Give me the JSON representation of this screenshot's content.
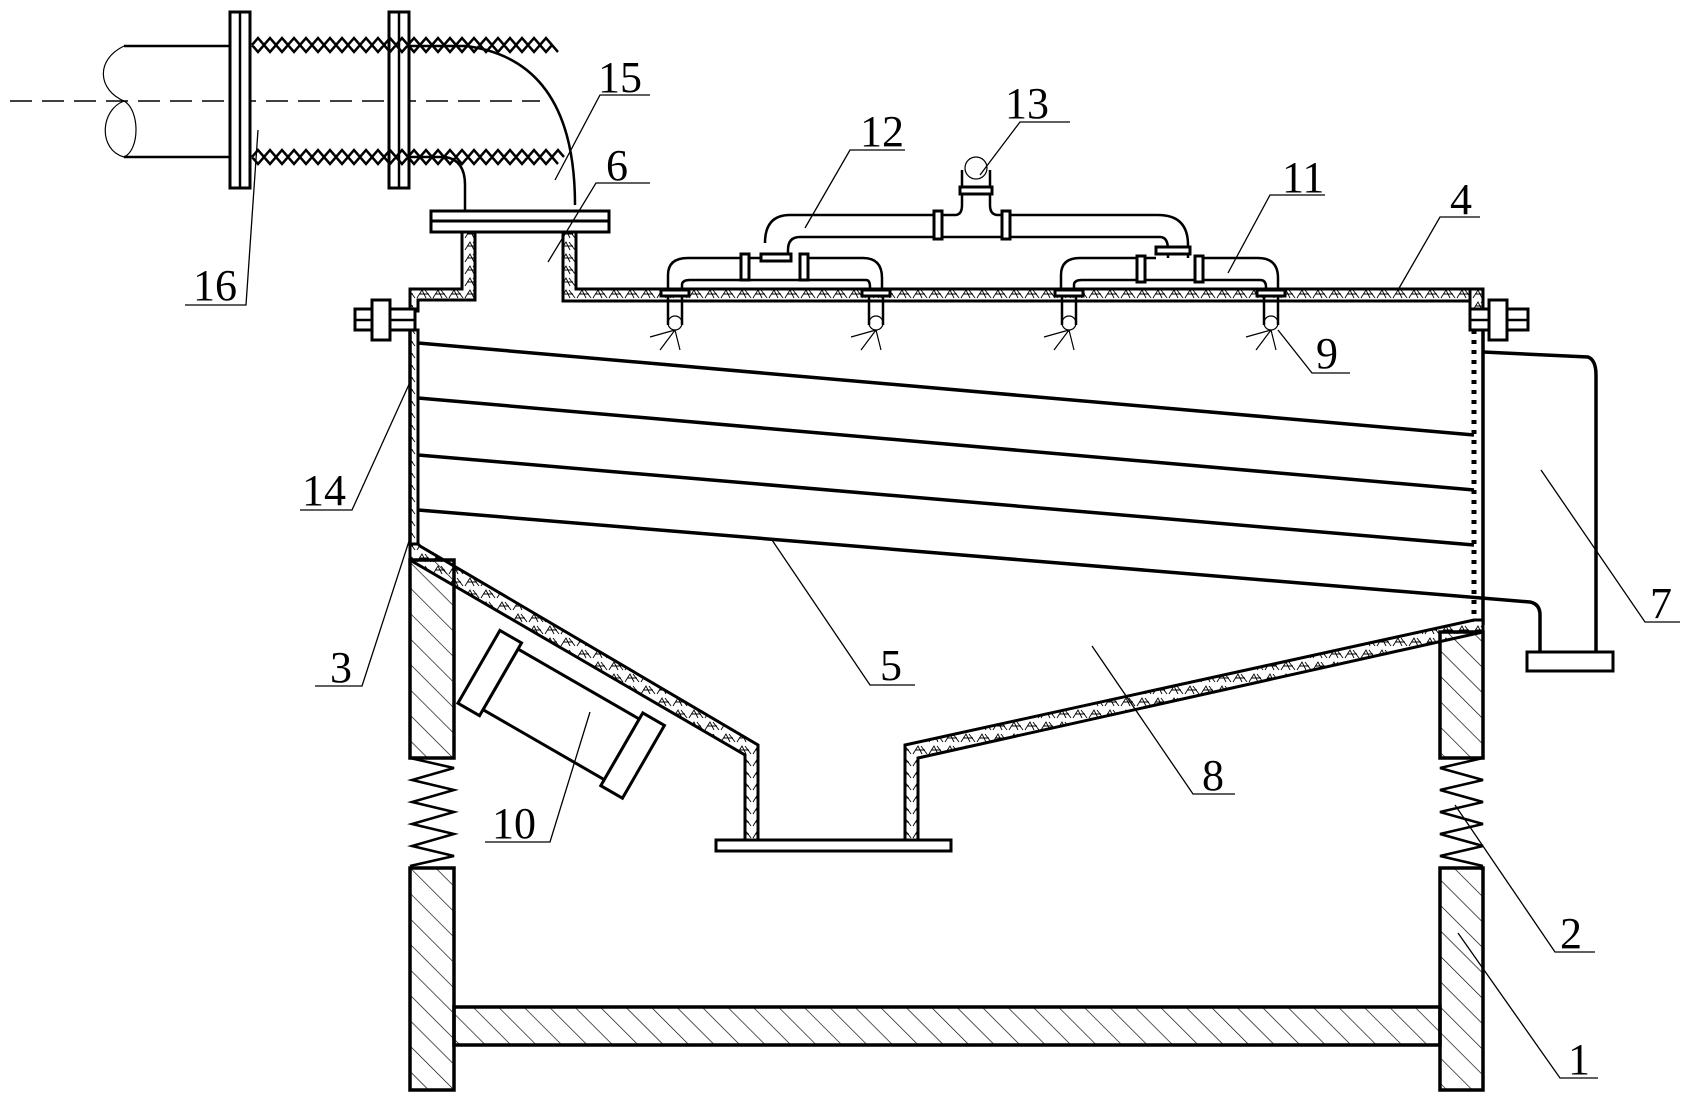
{
  "figure": {
    "type": "engineering cross-section",
    "background": "#ffffff",
    "line_color": "#000000"
  },
  "callouts": [
    {
      "id": "1",
      "label": "1",
      "part": "base frame"
    },
    {
      "id": "2",
      "label": "2",
      "part": "spring"
    },
    {
      "id": "3",
      "label": "3",
      "part": "housing wall"
    },
    {
      "id": "4",
      "label": "4",
      "part": "top cover"
    },
    {
      "id": "5",
      "label": "5",
      "part": "screen deck"
    },
    {
      "id": "6",
      "label": "6",
      "part": "inlet nozzle"
    },
    {
      "id": "7",
      "label": "7",
      "part": "oversize discharge chute"
    },
    {
      "id": "8",
      "label": "8",
      "part": "undersize hopper"
    },
    {
      "id": "9",
      "label": "9",
      "part": "spray nozzle"
    },
    {
      "id": "10",
      "label": "10",
      "part": "vibration motor"
    },
    {
      "id": "11",
      "label": "11",
      "part": "branch spray pipe"
    },
    {
      "id": "12",
      "label": "12",
      "part": "spray header"
    },
    {
      "id": "13",
      "label": "13",
      "part": "water inlet"
    },
    {
      "id": "14",
      "label": "14",
      "part": "wear lining"
    },
    {
      "id": "15",
      "label": "15",
      "part": "elbow feed pipe"
    },
    {
      "id": "16",
      "label": "16",
      "part": "flexible bellows joint"
    }
  ]
}
